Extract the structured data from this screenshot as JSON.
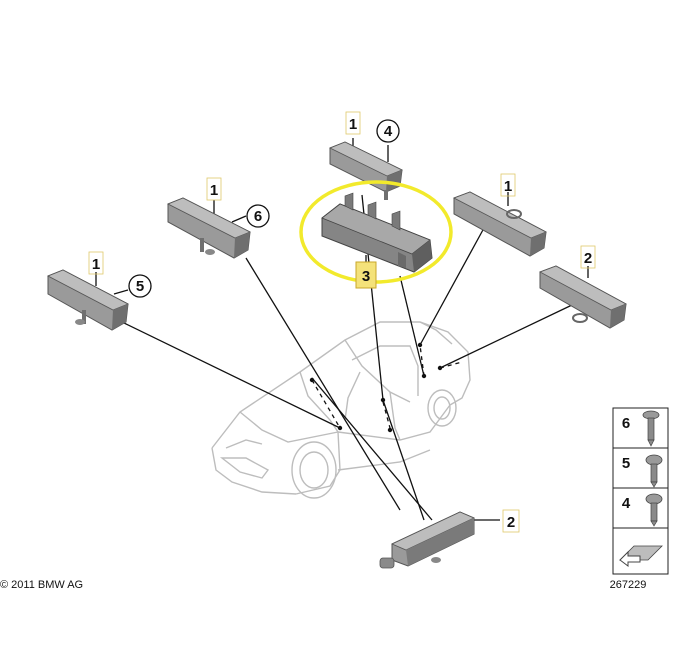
{
  "callouts": {
    "top_center_part": "1",
    "top_center_screw": "4",
    "left_upper_part": "1",
    "left_upper_screw": "6",
    "left_lower_part": "1",
    "left_lower_screw": "5",
    "highlighted_part": "3",
    "right_upper_part": "1",
    "right_lower_part": "2",
    "bottom_part": "2"
  },
  "legend": {
    "screw_6": "6",
    "screw_5": "5",
    "screw_4": "4"
  },
  "footer": {
    "copyright": "© 2011 BMW AG",
    "diagram_number": "267229"
  },
  "colors": {
    "highlight_ring": "#f2ea2c",
    "label_highlight": "#f4e27a",
    "part_fill": "#9a9a9a",
    "part_dark": "#6f6f6f",
    "car_line": "#bdbdbd"
  }
}
